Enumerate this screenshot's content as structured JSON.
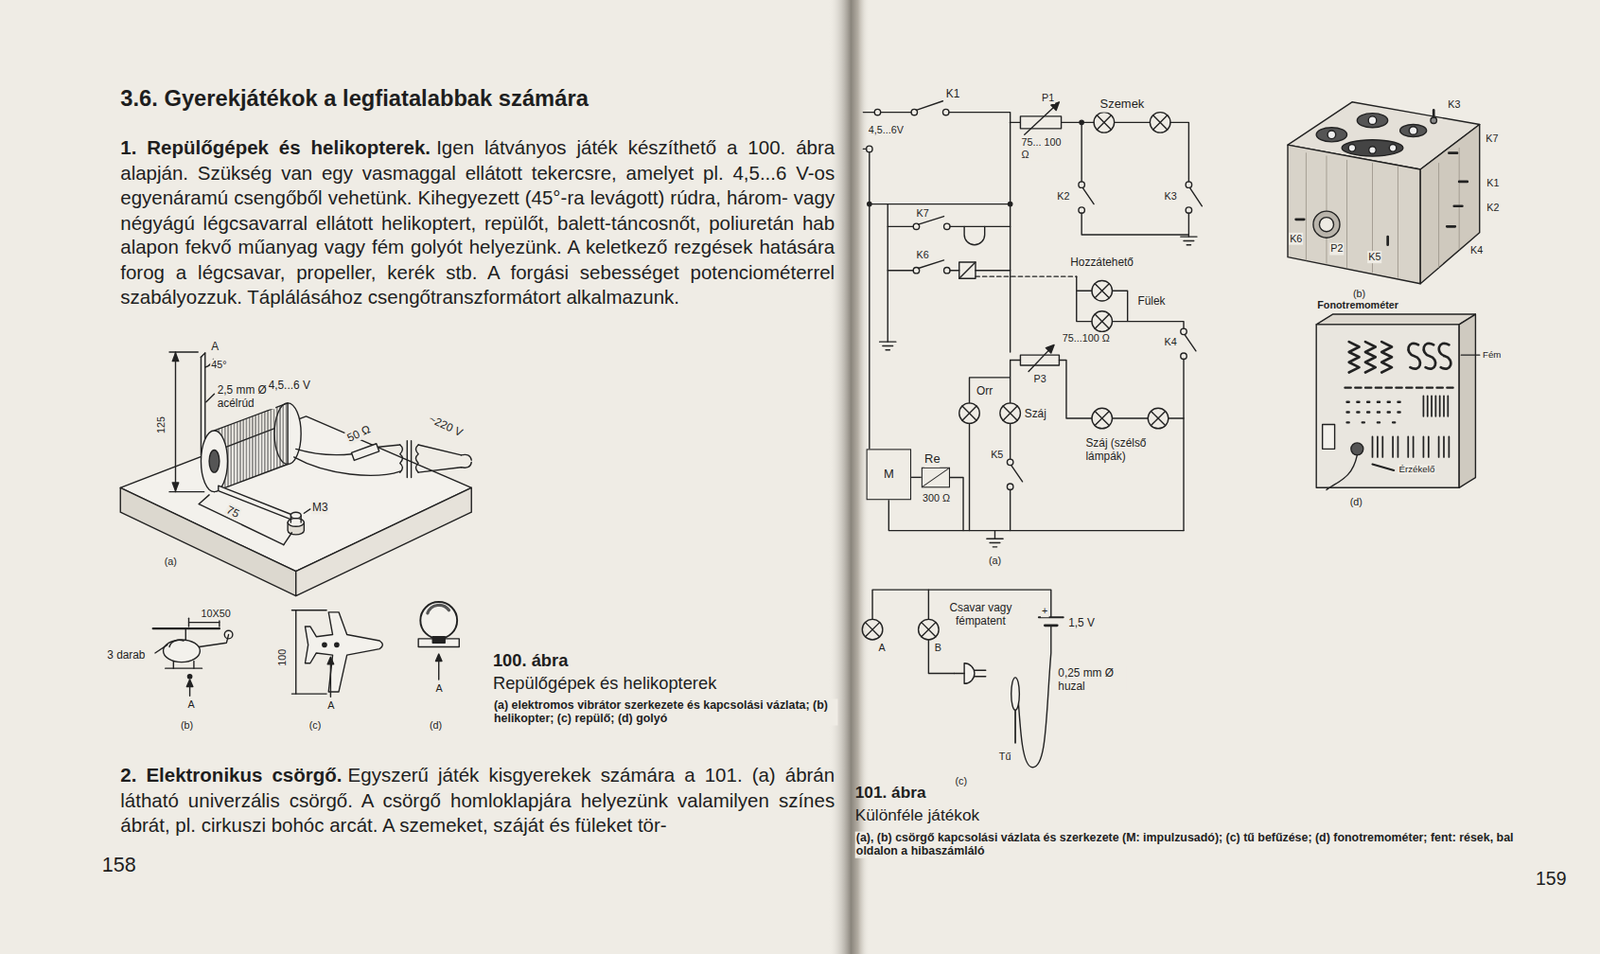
{
  "diagram": {
    "title": "3.6. Gyerekjátékok a legfiatalabbak számára",
    "nodes": [
      {
        "text": [
          "M"
        ]
      },
      {
        "text": [
          "Re"
        ]
      }
    ],
    "edges": [
      {
        "from": 0,
        "to": 1,
        "arrow": "none"
      }
    ],
    "labels": [
      "1. Repülőgépek és helikopterek.",
      "Igen látványos játék készíthető a 100. ábra alapján. Szükség van egy vasmaggal ellátott tekercsre, amelyet pl. 4,5...6 V-os egyenáramú csengőből vehetünk. Kihegyezett (45°-ra levágott) rúdra, három- vagy négyágú légcsavarral ellátott helikoptert, repülőt, balett-táncosnőt, poliuretán hab alapon fekvő műanyag vagy fém golyót helyezünk. A keletkező rezgések hatására forog a légcsavar, propeller, kerék stb. A forgási sebességet potenciométerrel szabályozzuk. Táplálásához csengőtranszformátort alkalmazunk.",
      "2. Elektronikus csörgő.",
      "Egyszerű játék kisgyerekek számára a 101. (a) ábrán látható univerzális csörgő. A csörgő homloklapjára helyezünk valamilyen színes ábrát, pl. cirkuszi bohóc arcát. A szemeket, száját és füleket tör-",
      "158",
      "159",
      "A",
      "45°",
      "125",
      "2,5 mm Ø acélrúd",
      "4,5...6 V",
      "50 Ω",
      "~220 V",
      "M3",
      "75",
      "(a)",
      "10X50",
      "3 darab",
      "A",
      "(b)",
      "100",
      "A",
      "(c)",
      "A",
      "(d)",
      "100. ábra",
      "Repülőgépek és helikopterek",
      "(a) elektromos vibrátor szerkezete és kapcsolási vázlata; (b) helikopter; (c) repülő; (d) golyó",
      "K1",
      "P1",
      "Szemek",
      "4,5...6V",
      "75... 100 Ω",
      "K2",
      "K3",
      "K7",
      "K6",
      "Hozzátehető",
      "Fülek",
      "K4",
      "75...100 Ω",
      "P3",
      "Orr",
      "Száj",
      "Száj (szélső lámpák)",
      "K5",
      "(a)",
      "K3",
      "K7",
      "K1",
      "K2",
      "K4",
      "K6",
      "P2",
      "K5",
      "(b)",
      "Fonotremométer",
      "Fém",
      "Érzékelő",
      "(d)",
      "Csavar vagy fémpatent",
      "+",
      "1,5 V",
      "A",
      "B",
      "0,25 mm Ø huzal",
      "Tű",
      "(c)",
      "101. ábra",
      "Különféle játékok",
      "(a), (b) csörgő kapcsolási vázlata és szerkezete (M: impulzusadó); (c) tű befűzése; (d) fonotremométer; fent: rések, bal oldalon a hibaszámláló",
      "300 Ω"
    ]
  }
}
